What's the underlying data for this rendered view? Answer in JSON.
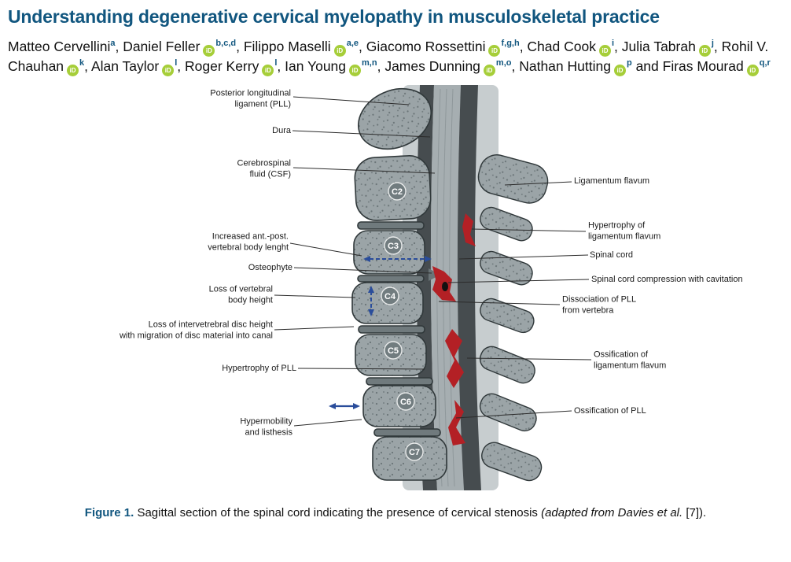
{
  "title": "Understanding degenerative cervical myelopathy in musculoskeletal practice",
  "orcid_icon_text": "iD",
  "authors": [
    {
      "name": "Matteo Cervellini",
      "sup": "a",
      "orcid": false,
      "sep": ", "
    },
    {
      "name": "Daniel Feller",
      "sup": "b,c,d",
      "orcid": true,
      "sep": ", "
    },
    {
      "name": "Filippo Maselli",
      "sup": "a,e",
      "orcid": true,
      "sep": ", "
    },
    {
      "name": "Giacomo Rossettini",
      "sup": "f,g,h",
      "orcid": true,
      "sep": ", "
    },
    {
      "name": "Chad Cook",
      "sup": "i",
      "orcid": true,
      "sep": ", "
    },
    {
      "name": "Julia Tabrah",
      "sup": "j",
      "orcid": true,
      "sep": ", "
    },
    {
      "name": "Rohil V. Chauhan",
      "sup": "k",
      "orcid": true,
      "sep": ", "
    },
    {
      "name": "Alan Taylor",
      "sup": "l",
      "orcid": true,
      "sep": ", "
    },
    {
      "name": "Roger Kerry",
      "sup": "l",
      "orcid": true,
      "sep": ", "
    },
    {
      "name": "Ian Young",
      "sup": "m,n",
      "orcid": true,
      "sep": ", "
    },
    {
      "name": "James Dunning",
      "sup": "m,o",
      "orcid": true,
      "sep": ", "
    },
    {
      "name": "Nathan Hutting",
      "sup": "p",
      "orcid": true,
      "sep": " and "
    },
    {
      "name": "Firas Mourad",
      "sup": "q,r",
      "orcid": true,
      "sep": ""
    }
  ],
  "figure": {
    "vertebrae": [
      "C2",
      "C3",
      "C4",
      "C5",
      "C6",
      "C7"
    ],
    "labels_left": [
      "Posterior longitudinal\nligament (PLL)",
      "Dura",
      "Cerebrospinal\nfluid (CSF)",
      "Increased ant.-post.\nvertebral body lenght",
      "Osteophyte",
      "Loss of vertebral\nbody height",
      "Loss of intervetrebral disc height\nwith migration of disc material into canal",
      "Hypertrophy of PLL",
      "Hypermobility\nand listhesis"
    ],
    "labels_right": [
      "Ligamentum flavum",
      "Hypertrophy of\nligamentum flavum",
      "Spinal cord",
      "Spinal cord compression with cavitation",
      "Dissociation of PLL\nfrom vertebra",
      "Ossification of\nligamentum flavum",
      "Ossification of PLL"
    ]
  },
  "caption": {
    "label": "Figure 1.",
    "body": " Sagittal section of the spinal cord indicating the presence of cervical stenosis ",
    "italic": "(adapted from Davies et al.",
    "ref": " [7])."
  },
  "colors": {
    "title_blue": "#11567f",
    "orcid_green": "#a6ce39",
    "compression_red": "#b32025",
    "arrow_blue": "#2a4d9b"
  }
}
